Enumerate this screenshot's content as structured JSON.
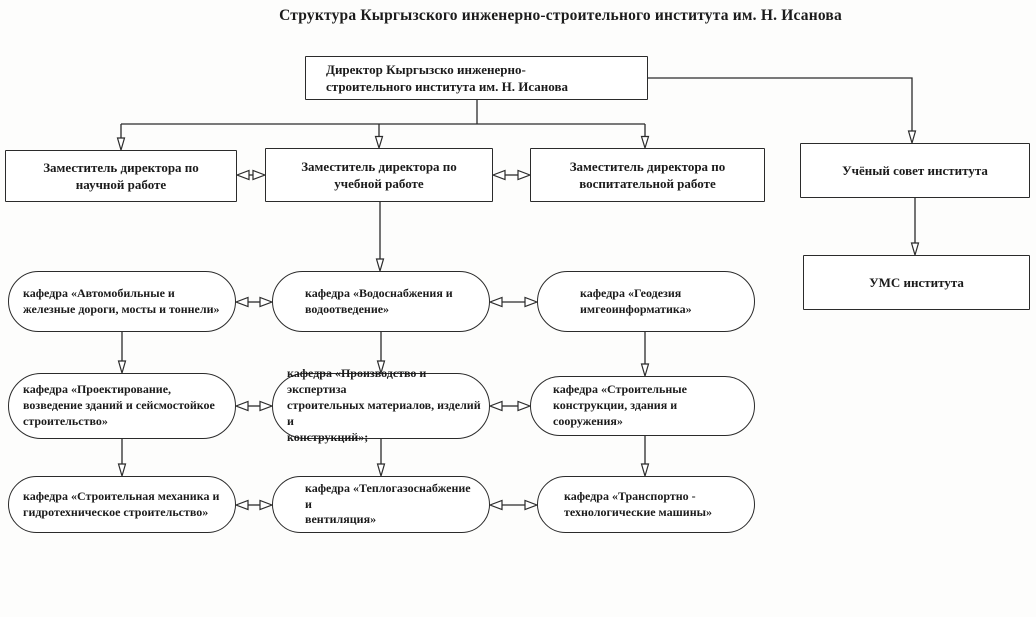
{
  "title": "Структура Кыргызского инженерно-строительного института им. Н. Исанова",
  "colors": {
    "line": "#2b2b2b",
    "box_fill": "#ffffff",
    "text": "#1b1b1b"
  },
  "nodes": {
    "director": {
      "text": "Директор Кыргызско инженерно-\nстроительного института им. Н. Исанова"
    },
    "deputy_science": {
      "text": "Заместитель директора по\nнаучной работе"
    },
    "deputy_study": {
      "text": "Заместитель директора по\nучебной работе"
    },
    "deputy_upbringing": {
      "text": "Заместитель директора по\nвоспитательной работе"
    },
    "academic_council": {
      "text": "Учёный совет института"
    },
    "ums": {
      "text": "УМС института"
    },
    "dept_roads": {
      "text": "кафедра «Автомобильные и\nжелезные дороги, мосты и тоннели»"
    },
    "dept_water": {
      "text": "кафедра «Водоснабжения и\nводоотведение»"
    },
    "dept_geodesy": {
      "text": "кафедра «Геодезия\nимгеоинформатика»"
    },
    "dept_design": {
      "text": "кафедра «Проектирование,\nвозведение зданий и сейсмостойкое\nстроительство»"
    },
    "dept_materials": {
      "text": "кафедра «Производство и экспертиза\nстроительных материалов, изделий и\nконструкций»;"
    },
    "dept_constructions": {
      "text": "кафедра «Строительные\nконструкции, здания и сооружения»"
    },
    "dept_mechanics": {
      "text": "кафедра «Строительная механика и\nгидротехническое строительство»"
    },
    "dept_heat": {
      "text": "кафедра «Теплогазоснабжение и\nвентиляция»"
    },
    "dept_transport": {
      "text": "кафедра «Транспортно -\nтехнологические машины»"
    }
  }
}
